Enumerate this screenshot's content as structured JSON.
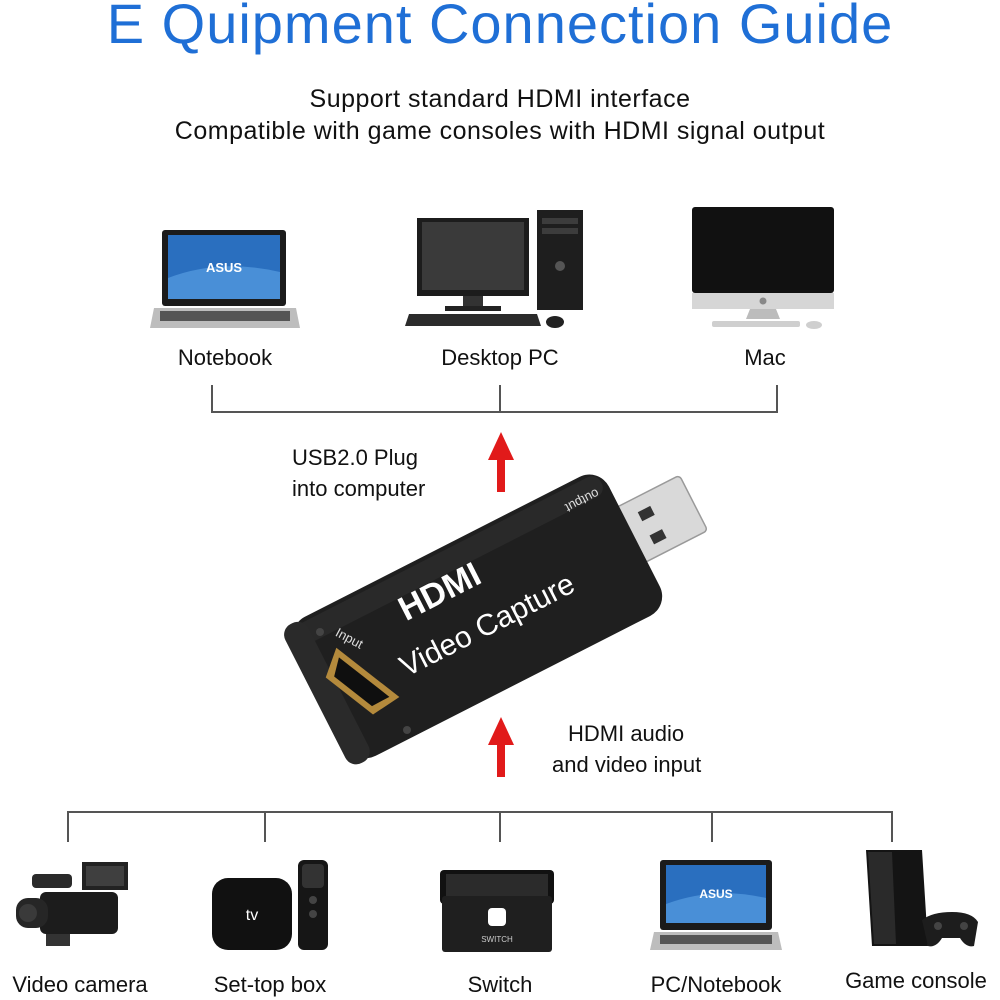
{
  "title": "E Quipment Connection Guide",
  "subtitle": {
    "line1": "Support standard HDMI interface",
    "line2": "Compatible with game consoles with HDMI signal output"
  },
  "output_devices": [
    {
      "label": "Notebook",
      "icon": "laptop-icon"
    },
    {
      "label": "Desktop PC",
      "icon": "desktop-pc-icon"
    },
    {
      "label": "Mac",
      "icon": "imac-icon"
    }
  ],
  "usb_note": {
    "line1": "USB2.0 Plug",
    "line2": "into computer"
  },
  "hdmi_note": {
    "line1": "HDMI audio",
    "line2": "and video input"
  },
  "device": {
    "brand": "HDMI",
    "name": "Video Capture",
    "input_label": "Input",
    "output_label": "output"
  },
  "laptop_screen_text": "ASUS",
  "appletv_text": "tv",
  "switch_text": "SWITCH",
  "input_devices": [
    {
      "label": "Video camera",
      "icon": "video-camera-icon"
    },
    {
      "label": "Set-top box",
      "icon": "set-top-box-icon"
    },
    {
      "label": "Switch",
      "icon": "game-switch-icon"
    },
    {
      "label": "PC/Notebook",
      "icon": "laptop-icon"
    },
    {
      "label": "Game console",
      "icon": "game-console-icon"
    }
  ],
  "colors": {
    "title": "#1f6fd6",
    "arrow": "#e11a1a",
    "wire": "#555555"
  }
}
